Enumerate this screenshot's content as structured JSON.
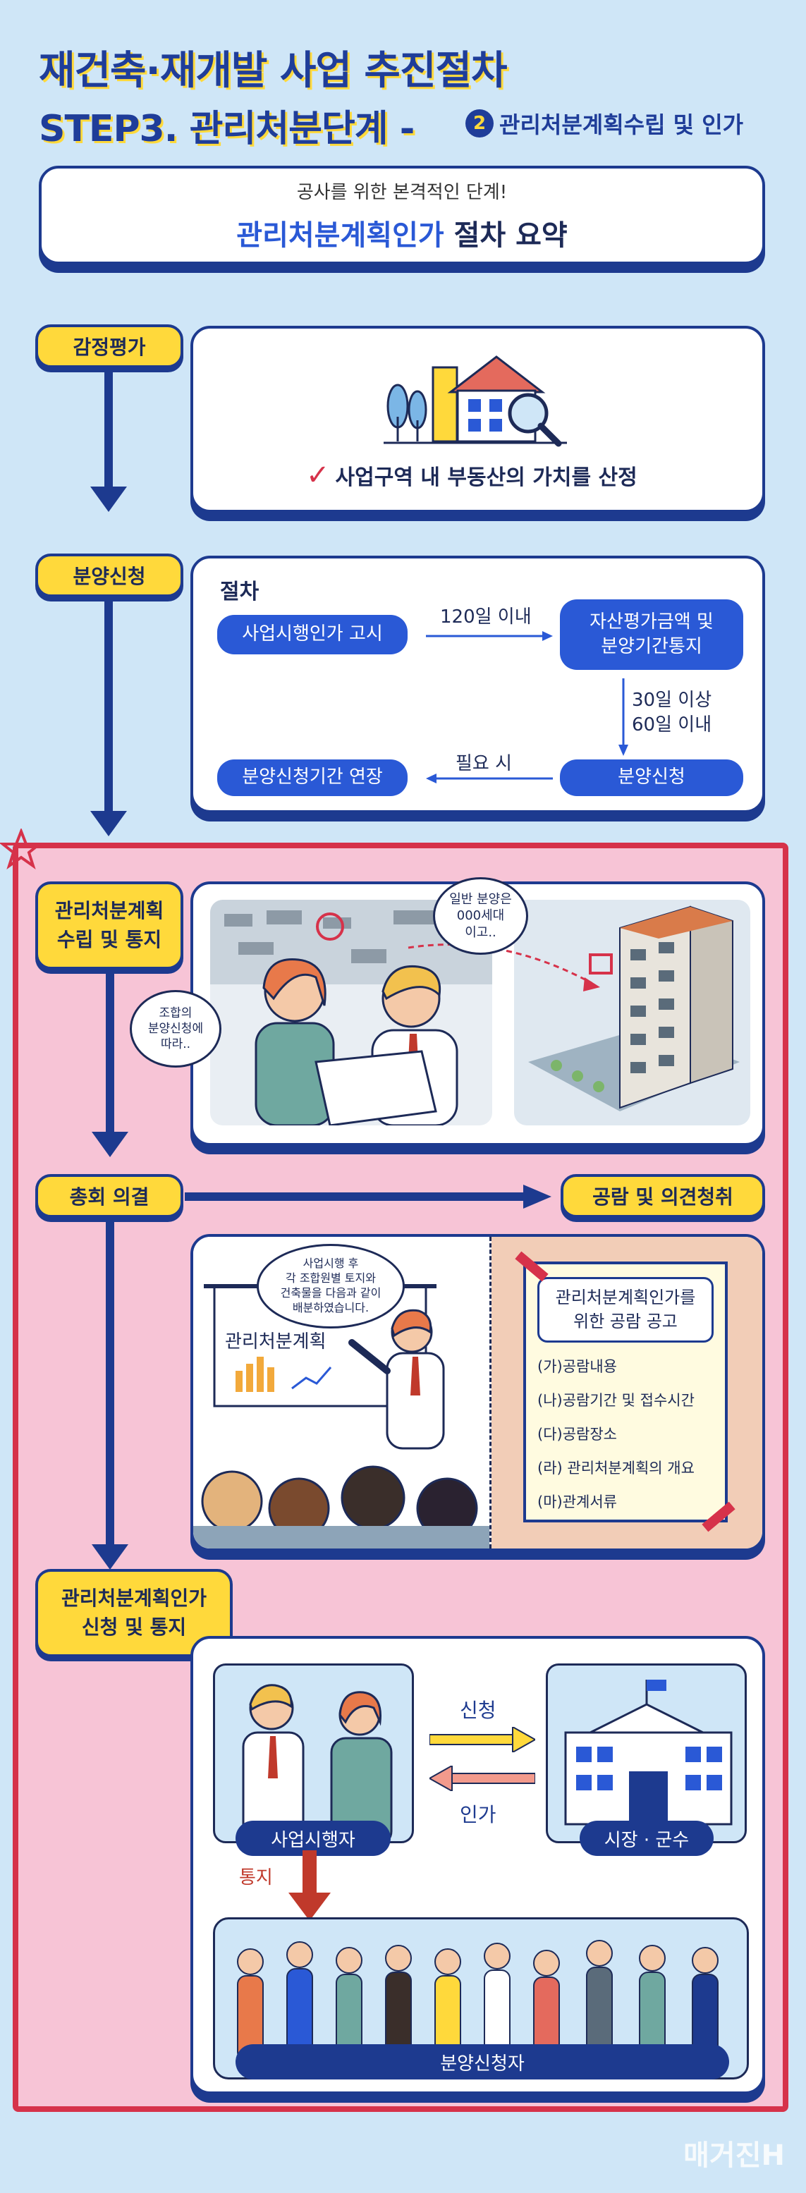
{
  "header": {
    "title_line1": "재건축·재개발 사업 추진절차",
    "title_line2": "STEP3. 관리처분단계 -",
    "step_num": "2",
    "title_sub": "관리처분계획수립 및 인가"
  },
  "summary": {
    "subtitle": "공사를 위한 본격적인 단계!",
    "title_highlight": "관리처분계획인가",
    "title_rest": " 절차 요약"
  },
  "steps": {
    "appraisal": {
      "label": "감정평가",
      "check_text": "사업구역 내 부동산의 가치를 산정"
    },
    "application": {
      "label": "분양신청",
      "procedure_title": "절차",
      "box_notice": "사업시행인가 고시",
      "arrow_120": "120일 이내",
      "box_assets": "자산평가금액 및\n분양기간통지",
      "arrow_30_60_a": "30일 이상",
      "arrow_30_60_b": "60일 이내",
      "box_apply": "분양신청",
      "arrow_need": "필요 시",
      "box_extend": "분양신청기간 연장"
    },
    "plan": {
      "label": "관리처분계획\n수립 및 통지",
      "bubble_left": "조합의\n분양신청에\n따라..",
      "bubble_right": "일반 분양은\n000세대\n이고.."
    },
    "meeting": {
      "label": "총회 의결",
      "right_label": "공람 및 의견청취",
      "board_text": "관리처분계획",
      "bubble": "사업시행 후\n각 조합원별 토지와\n건축물을 다음과 같이\n배분하였습니다.",
      "notice_title": "관리처분계획인가를\n위한 공람 공고",
      "notice_items": [
        "(가)공람내용",
        "(나)공람기간 및 접수시간",
        "(다)공람장소",
        "(라) 관리처분계획의 개요",
        "(마)관계서류"
      ]
    },
    "approval": {
      "label": "관리처분계획인가\n신청 및 통지",
      "apply_text": "신청",
      "approve_text": "인가",
      "executor": "사업시행자",
      "city": "시장 · 군수",
      "notify": "통지",
      "applicants": "분양신청자"
    }
  },
  "watermark": "매거진H",
  "colors": {
    "navy": "#1d3a8f",
    "yellow": "#ffd93b",
    "blue": "#2a59d6",
    "pink": "#f7c4d6",
    "red": "#d6324a",
    "sky": "#cfe6f7"
  }
}
